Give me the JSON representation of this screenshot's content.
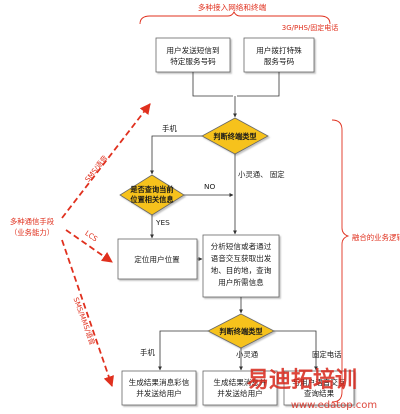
{
  "top_labels": {
    "access": "多种接入网络和终端",
    "networks": "3G/PHS/固定电话"
  },
  "boxes": {
    "sms": [
      "用户发送短信到",
      "特定服务号码"
    ],
    "call": [
      "用户拨打特殊",
      "服务号码"
    ],
    "locate": "定位用户位置",
    "analyze": [
      "分析短信或者通过",
      "语音交互获取出发",
      "地、目的地，查询",
      "用户所需信息"
    ],
    "gen_msg": [
      "生成结果消息彩信",
      "并发送给用户"
    ],
    "gen_send": [
      "生成结果消息并",
      "并发送给用户"
    ],
    "voice": [
      "与用户语音交互",
      "查询结果"
    ]
  },
  "diamonds": {
    "judge1": "判断终端类型",
    "location": [
      "是否查询当前",
      "位置相关信息"
    ],
    "judge2": "判断终端类型"
  },
  "edge_labels": {
    "mobile1": "手机",
    "phs_fixed": "小灵通、 固定",
    "no": "NO",
    "yes": "YES",
    "mobile2": "手机",
    "phs2": "小灵通",
    "fixed2": "固定电话"
  },
  "side_labels": {
    "means": "多种通信手段",
    "capability": "（业务能力）",
    "sms_voice": "SMS/语音",
    "lcs": "LCS",
    "mms_voice": "SMS/MMS/语音",
    "logic": "融合的业务逻辑"
  },
  "watermark": {
    "brand": "易迪拓培训",
    "url": "www.edatop.com"
  },
  "colors": {
    "diamond_fill": "#f6c21c",
    "box_stroke": "#555555",
    "accent_red": "#e0301e"
  }
}
